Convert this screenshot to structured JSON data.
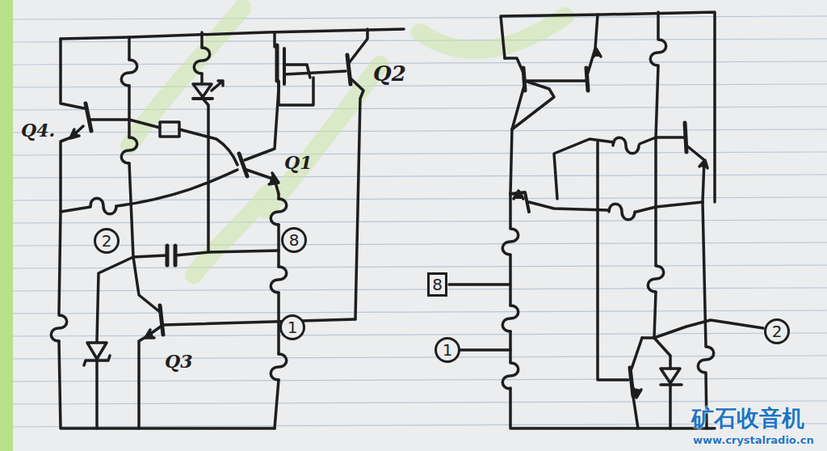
{
  "diagram": {
    "nodes": [
      {
        "text": [
          "2"
        ]
      },
      {
        "text": [
          "8"
        ]
      },
      {
        "text": [
          "1"
        ]
      },
      {
        "text": [
          "8"
        ]
      },
      {
        "text": [
          "1"
        ]
      },
      {
        "text": [
          "2"
        ]
      }
    ],
    "labels": [
      "Q4.",
      "Q2",
      "Q1",
      "Q3",
      "矿石收音机",
      "www.crystalradio.cn"
    ]
  }
}
